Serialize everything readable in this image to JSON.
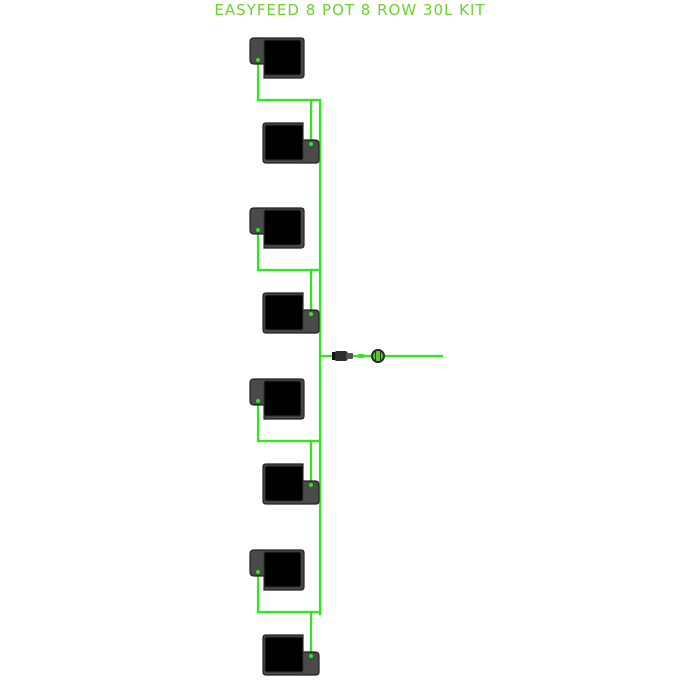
{
  "title": "EASYFEED 8 POT 8 ROW 30L KIT",
  "colors": {
    "tube": "#2ee81a",
    "pot_body": "#4a4a4a",
    "pot_top": "#000000",
    "pot_outline": "#222222",
    "title": "#6bd42a",
    "valve_body": "#2d2d2d",
    "connector_green": "#5ac82b"
  },
  "diagram": {
    "pot_count": 8,
    "pots": [
      {
        "name": "pot-1",
        "spout": "left"
      },
      {
        "name": "pot-2",
        "spout": "right"
      },
      {
        "name": "pot-3",
        "spout": "left"
      },
      {
        "name": "pot-4",
        "spout": "right"
      },
      {
        "name": "pot-5",
        "spout": "left"
      },
      {
        "name": "pot-6",
        "spout": "right"
      },
      {
        "name": "pot-7",
        "spout": "left"
      },
      {
        "name": "pot-8",
        "spout": "right"
      }
    ],
    "icons": [
      "shut-off-valve-icon",
      "tap-connector-icon"
    ]
  }
}
